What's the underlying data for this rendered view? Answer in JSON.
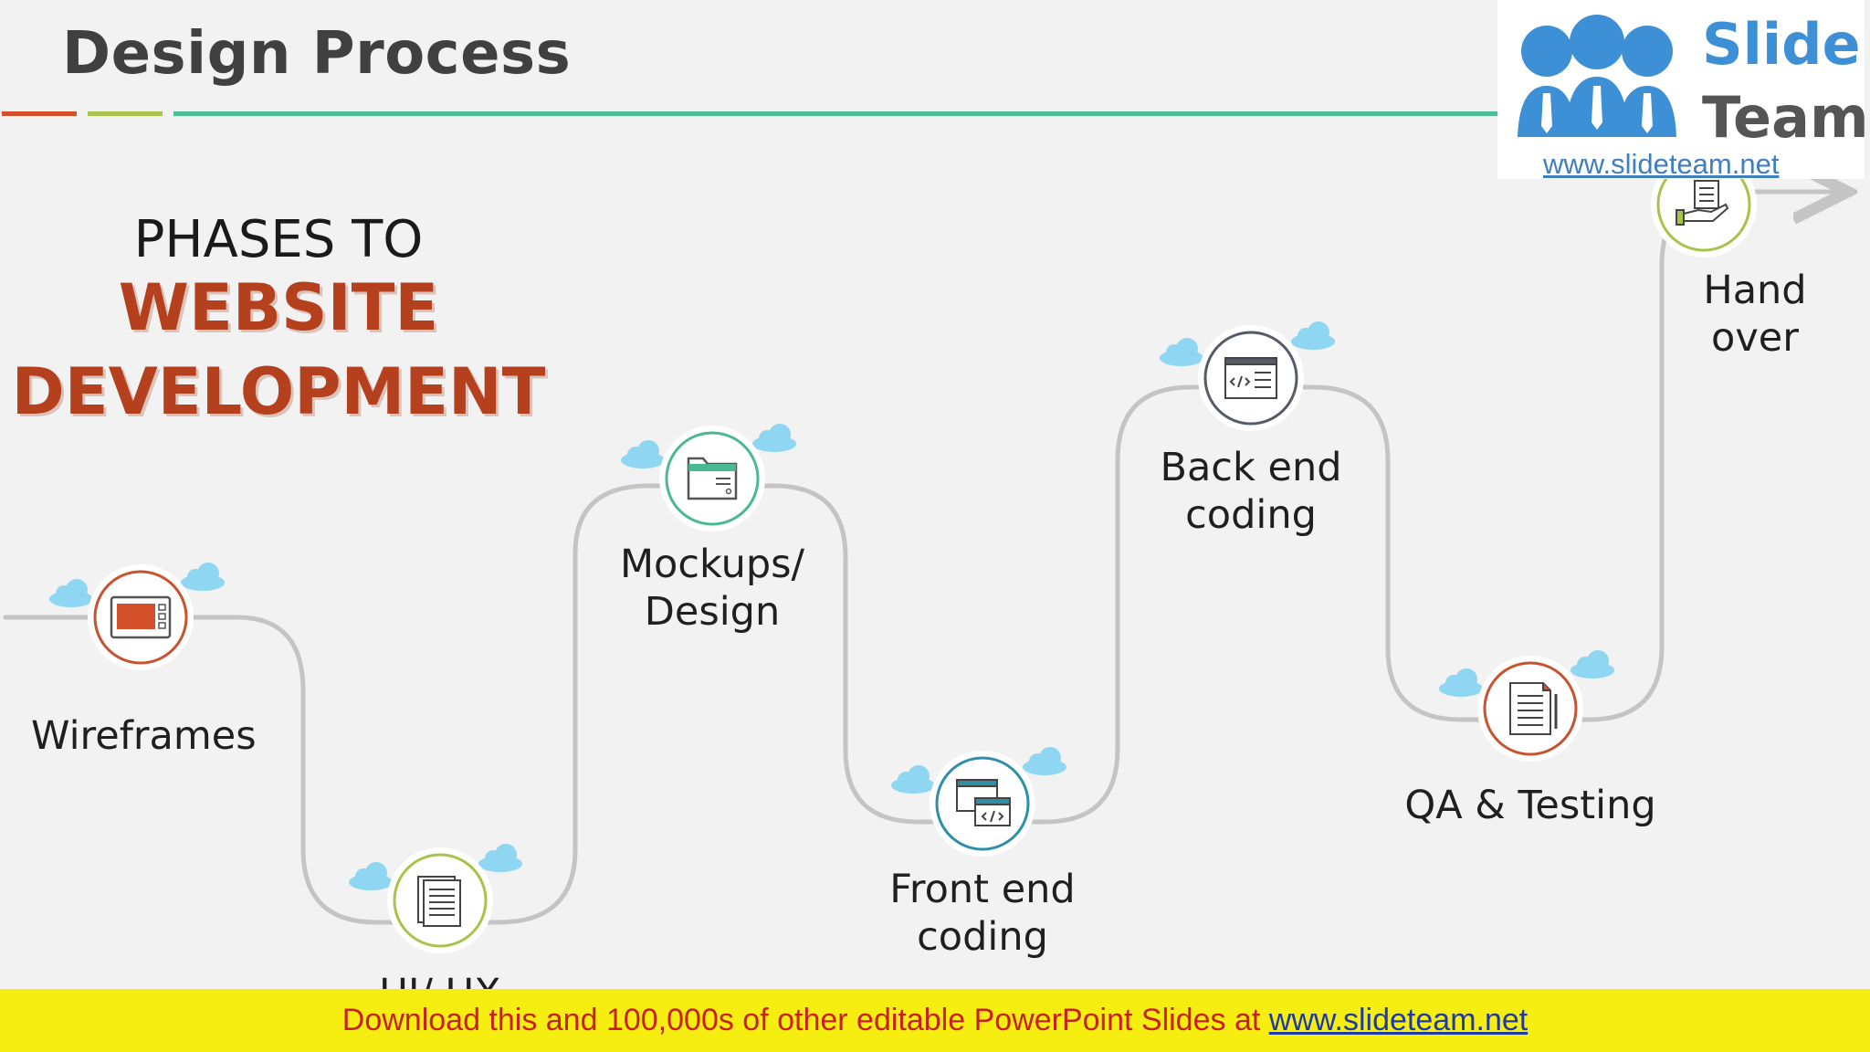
{
  "header": {
    "title": "Design Process"
  },
  "headline": {
    "line1": "PHASES TO",
    "line2": "WEBSITE",
    "line3": "DEVELOPMENT"
  },
  "steps": [
    {
      "label": "Wireframes",
      "icon": "browser-window-icon",
      "color": "#c7532f"
    },
    {
      "label": "UI/ UX",
      "icon": "document-stack-icon",
      "color": "#a7c44a"
    },
    {
      "label": "Mockups/\nDesign",
      "icon": "folder-window-icon",
      "color": "#4ab892"
    },
    {
      "label": "Front end\ncoding",
      "icon": "code-windows-icon",
      "color": "#2f8fa8"
    },
    {
      "label": "Back end\ncoding",
      "icon": "code-window-icon",
      "color": "#555c66"
    },
    {
      "label": "QA & Testing",
      "icon": "checklist-document-icon",
      "color": "#c7532f"
    },
    {
      "label": "Hand\nover",
      "icon": "hand-document-icon",
      "color": "#a7c44a"
    }
  ],
  "logo": {
    "word1": "Slide",
    "word2": "Team",
    "url": "www.slideteam.net"
  },
  "banner": {
    "text": "Download this and 100,000s of other editable PowerPoint Slides at ",
    "link": "www.slideteam.net"
  },
  "colors": {
    "accent_red": "#d4502a",
    "accent_green": "#a9c54a",
    "accent_teal": "#4dbf98",
    "headline_red": "#b5401d",
    "cloud_blue": "#8fd6f2",
    "path_gray": "#c4c4c4",
    "banner_yellow": "#f7ee11"
  }
}
